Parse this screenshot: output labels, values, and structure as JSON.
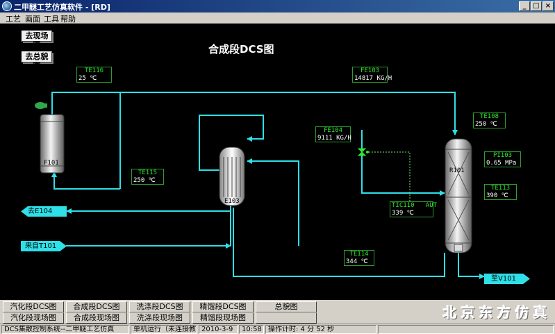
{
  "window": {
    "title": "二甲醚工艺仿真软件 - [RD]",
    "buttons": {
      "minimize": "_",
      "maximize": "□",
      "close": "×"
    }
  },
  "menu": [
    "工艺",
    "画面",
    "工具",
    "帮助"
  ],
  "canvas": {
    "title": "合成段DCS图",
    "nav": {
      "field_view": "去现场图",
      "overview": "去总貌图"
    },
    "equipment": {
      "f101": "F101",
      "e103": "E103",
      "r101": "R101"
    },
    "tags": {
      "te116": {
        "id": "TE116",
        "value": "25 ℃"
      },
      "fe103": {
        "id": "FE103",
        "value": "14817  KG/H"
      },
      "te108": {
        "id": "TE108",
        "value": "250 ℃"
      },
      "fe104": {
        "id": "FE104",
        "value": "9111  KG/H"
      },
      "pi103": {
        "id": "PI103",
        "value": "0.65  MPa"
      },
      "te115": {
        "id": "TE115",
        "value": "250 ℃"
      },
      "te113": {
        "id": "TE113",
        "value": "390 ℃"
      },
      "tic110": {
        "id": "TIC110",
        "mode": "AUT",
        "value": "339 ℃"
      },
      "te114": {
        "id": "TE114",
        "value": "344 ℃"
      }
    },
    "streams": {
      "to_e104": "去E104",
      "from_t101": "来自T101",
      "to_v101": "至V101"
    },
    "colors": {
      "pipe": "#2ee0e8",
      "tag_border": "#2e9e2e",
      "tag_text": "#2ee82e",
      "stream_tag": "#2ee0e8"
    }
  },
  "tabs": {
    "row1": [
      "汽化段DCS图",
      "合成段DCS图",
      "洗涤段DCS图",
      "精馏段DCS图",
      "总貌图"
    ],
    "row2": [
      "汽化段现场图",
      "合成段现场图",
      "洗涤段现场图",
      "精馏段现场图"
    ]
  },
  "brand": "北京东方仿真",
  "status": {
    "system": "DCS集散控制系统--二甲醚工艺仿真",
    "mode": "单机运行（未连接教师站）",
    "date": "2010-3-9",
    "time": "10:58",
    "timer": "操作计时: 4 分 52 秒"
  }
}
